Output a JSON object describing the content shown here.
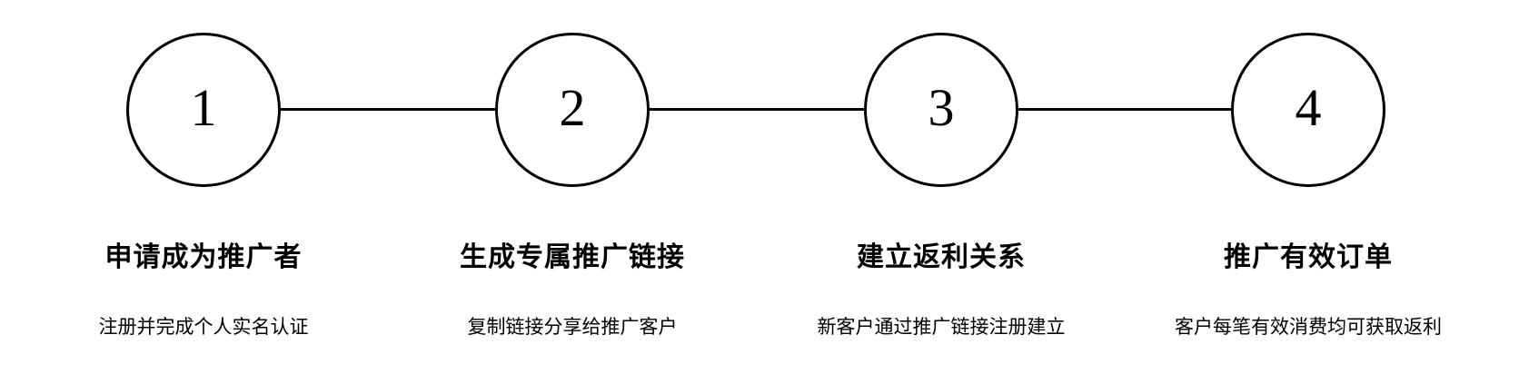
{
  "diagram": {
    "type": "horizontal-step-flow",
    "step_count": 4,
    "colors": {
      "background": "#ffffff",
      "stroke": "#000000",
      "text": "#000000"
    }
  },
  "steps": [
    {
      "number": "1",
      "title": "申请成为推广者",
      "subtitle": "注册并完成个人实名认证"
    },
    {
      "number": "2",
      "title": "生成专属推广链接",
      "subtitle": "复制链接分享给推广客户"
    },
    {
      "number": "3",
      "title": "建立返利关系",
      "subtitle": "新客户通过推广链接注册建立"
    },
    {
      "number": "4",
      "title": "推广有效订单",
      "subtitle": "客户每笔有效消费均可获取返利"
    }
  ]
}
